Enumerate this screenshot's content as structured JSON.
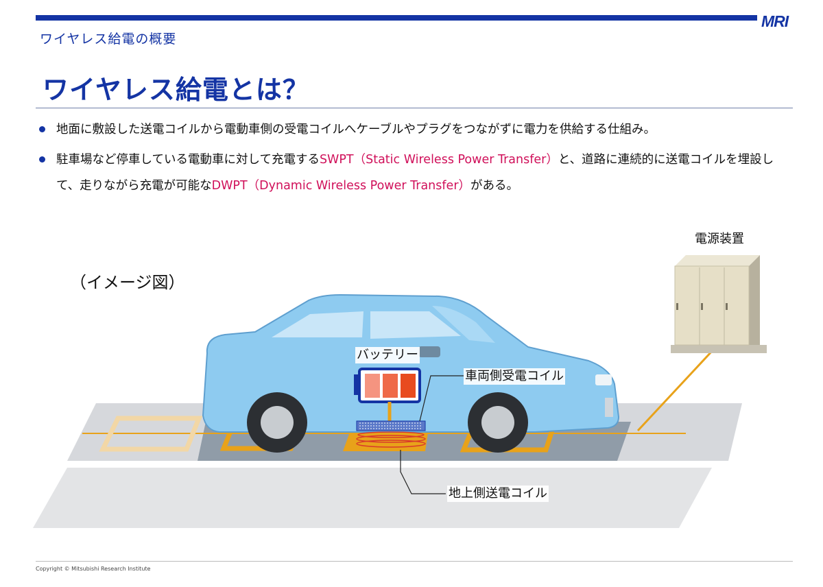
{
  "header": {
    "logo": "MRI",
    "section": "ワイヤレス給電の概要",
    "title": "ワイヤレス給電とは？"
  },
  "bullets": [
    {
      "parts": [
        {
          "text": "地面に敷設した送電コイルから電動車側の受電コイルへケーブルやプラグをつながずに電力を供給する仕組み。",
          "highlight": false
        }
      ]
    },
    {
      "parts": [
        {
          "text": "駐車場など停車している電動車に対して充電する",
          "highlight": false
        },
        {
          "text": "SWPT（Static Wireless Power Transfer）",
          "highlight": true
        },
        {
          "text": "と、道路に連続的に送電コイルを埋設して、走りながら充電が可能な",
          "highlight": false
        },
        {
          "text": "DWPT（Dynamic Wireless Power Transfer）",
          "highlight": true
        },
        {
          "text": "がある。",
          "highlight": false
        }
      ]
    }
  ],
  "diagram": {
    "caption": "（イメージ図）",
    "labels": {
      "power_supply": "電源装置",
      "battery": "バッテリー",
      "vehicle_coil": "車両側受電コイル",
      "ground_coil": "地上側送電コイル"
    }
  },
  "footer": {
    "copyright": "Copyright © Mitsubishi Research Institute"
  },
  "colors": {
    "brand": "#1434a4",
    "highlight": "#d0105a",
    "coil": "#e8a21a",
    "car": "#8ecbf0"
  }
}
